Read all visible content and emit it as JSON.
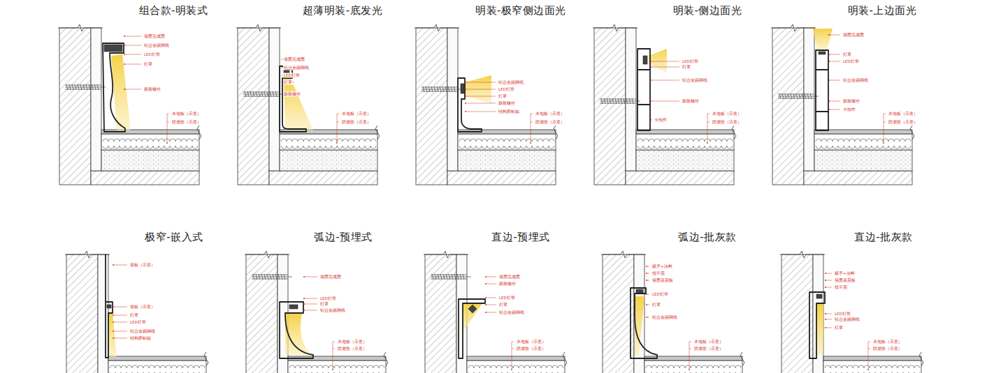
{
  "diagram": {
    "labels": [
      "组合款-明装式",
      "墙面完成面",
      "铝合金踢脚线",
      "LED灯带",
      "灯罩",
      "膨胀螺丝",
      "木地板（示意）",
      "防潮垫（示意）",
      "超薄明装-底发光",
      "墙面完成面",
      "铝合金踢脚线",
      "LED灯带",
      "灯罩",
      "膨胀螺丝",
      "木地板（示意）",
      "防潮垫（示意）",
      "明装-极窄侧边面光",
      "铝合金踢脚线",
      "LED灯带",
      "灯罩",
      "膨胀螺丝",
      "结构胶粘贴",
      "木地板（示意）",
      "防潮垫（示意）",
      "明装-侧边面光",
      "LED灯带",
      "灯罩",
      "铝合金踢脚线",
      "膨胀螺丝",
      "卡扣件",
      "木地板（示意）",
      "防潮垫（示意）",
      "明装-上边面光",
      "墙面完成面",
      "灯罩",
      "LED灯带",
      "铝合金踢脚线",
      "膨胀螺丝",
      "卡扣件",
      "木地板（示意）",
      "防潮垫（示意）",
      "极窄-嵌入式",
      "墙板（示意）",
      "墙板（示意）",
      "灯罩",
      "LED灯带",
      "铝合金踢脚线",
      "结构胶粘贴",
      "弧边-预埋式",
      "墙面完成面",
      "LED灯带",
      "灯罩",
      "铝合金踢脚线",
      "木地板（示意）",
      "防潮垫（示意）",
      "直边-预埋式",
      "墙面完成面",
      "膨胀螺丝",
      "LED灯带",
      "灯罩",
      "铝合金踢脚线",
      "木地板（示意）",
      "防潮垫（示意）",
      "弧边-批灰款",
      "腻子+涂料",
      "找平层",
      "墙面基层板",
      "LED灯带",
      "灯罩",
      "铝合金踢脚线",
      "木地板（示意）",
      "防潮垫（示意）",
      "直边-批灰款",
      "腻子+涂料",
      "墙面基层板",
      "找平层",
      "LED灯带",
      "铝合金踢脚线",
      "灯罩",
      "木地板（示意）",
      "防潮垫（示意）"
    ]
  }
}
